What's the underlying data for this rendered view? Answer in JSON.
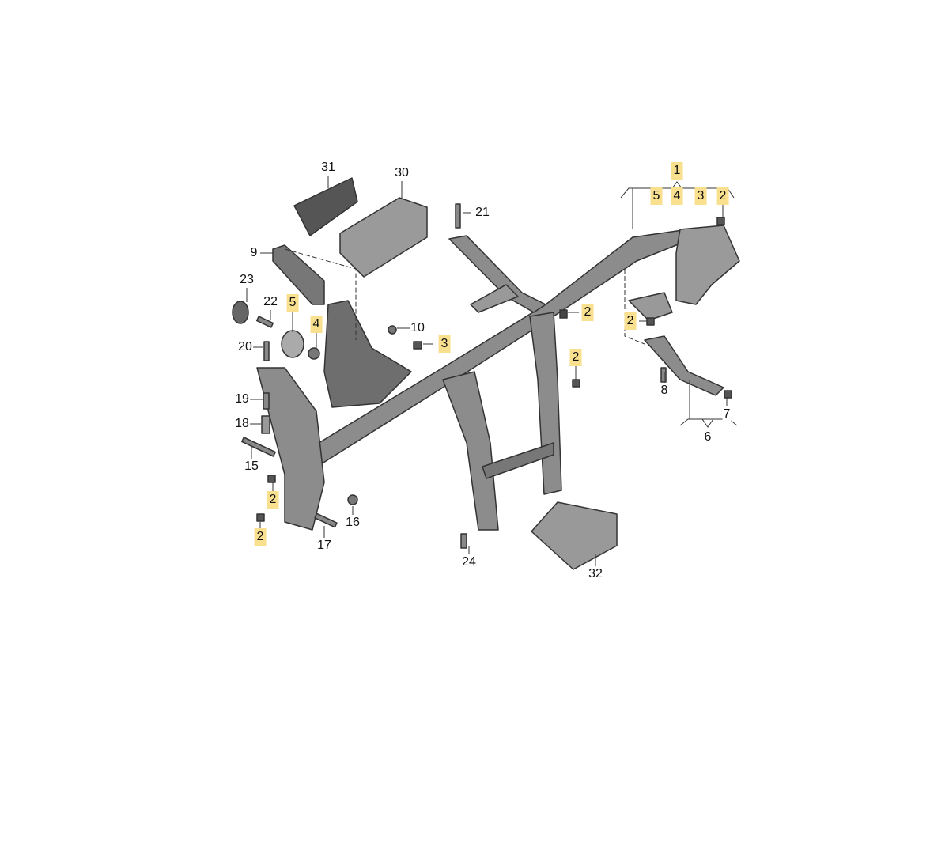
{
  "diagram": {
    "title": "",
    "highlight_color": "#f8e08e",
    "callouts": {
      "c31": "31",
      "c30": "30",
      "c21": "21",
      "c1": "1",
      "c1_5": "5",
      "c1_4": "4",
      "c1_3": "3",
      "c1_2": "2",
      "c9": "9",
      "c23": "23",
      "c22": "22",
      "c5": "5",
      "c4": "4",
      "c10": "10",
      "c3": "3",
      "c2a": "2",
      "c2b": "2",
      "c20": "20",
      "c2c": "2",
      "c8": "8",
      "c19": "19",
      "c7": "7",
      "c18": "18",
      "c6": "6",
      "c15": "15",
      "c2d": "2",
      "c16": "16",
      "c2e": "2",
      "c17": "17",
      "c24": "24",
      "c32": "32"
    }
  }
}
